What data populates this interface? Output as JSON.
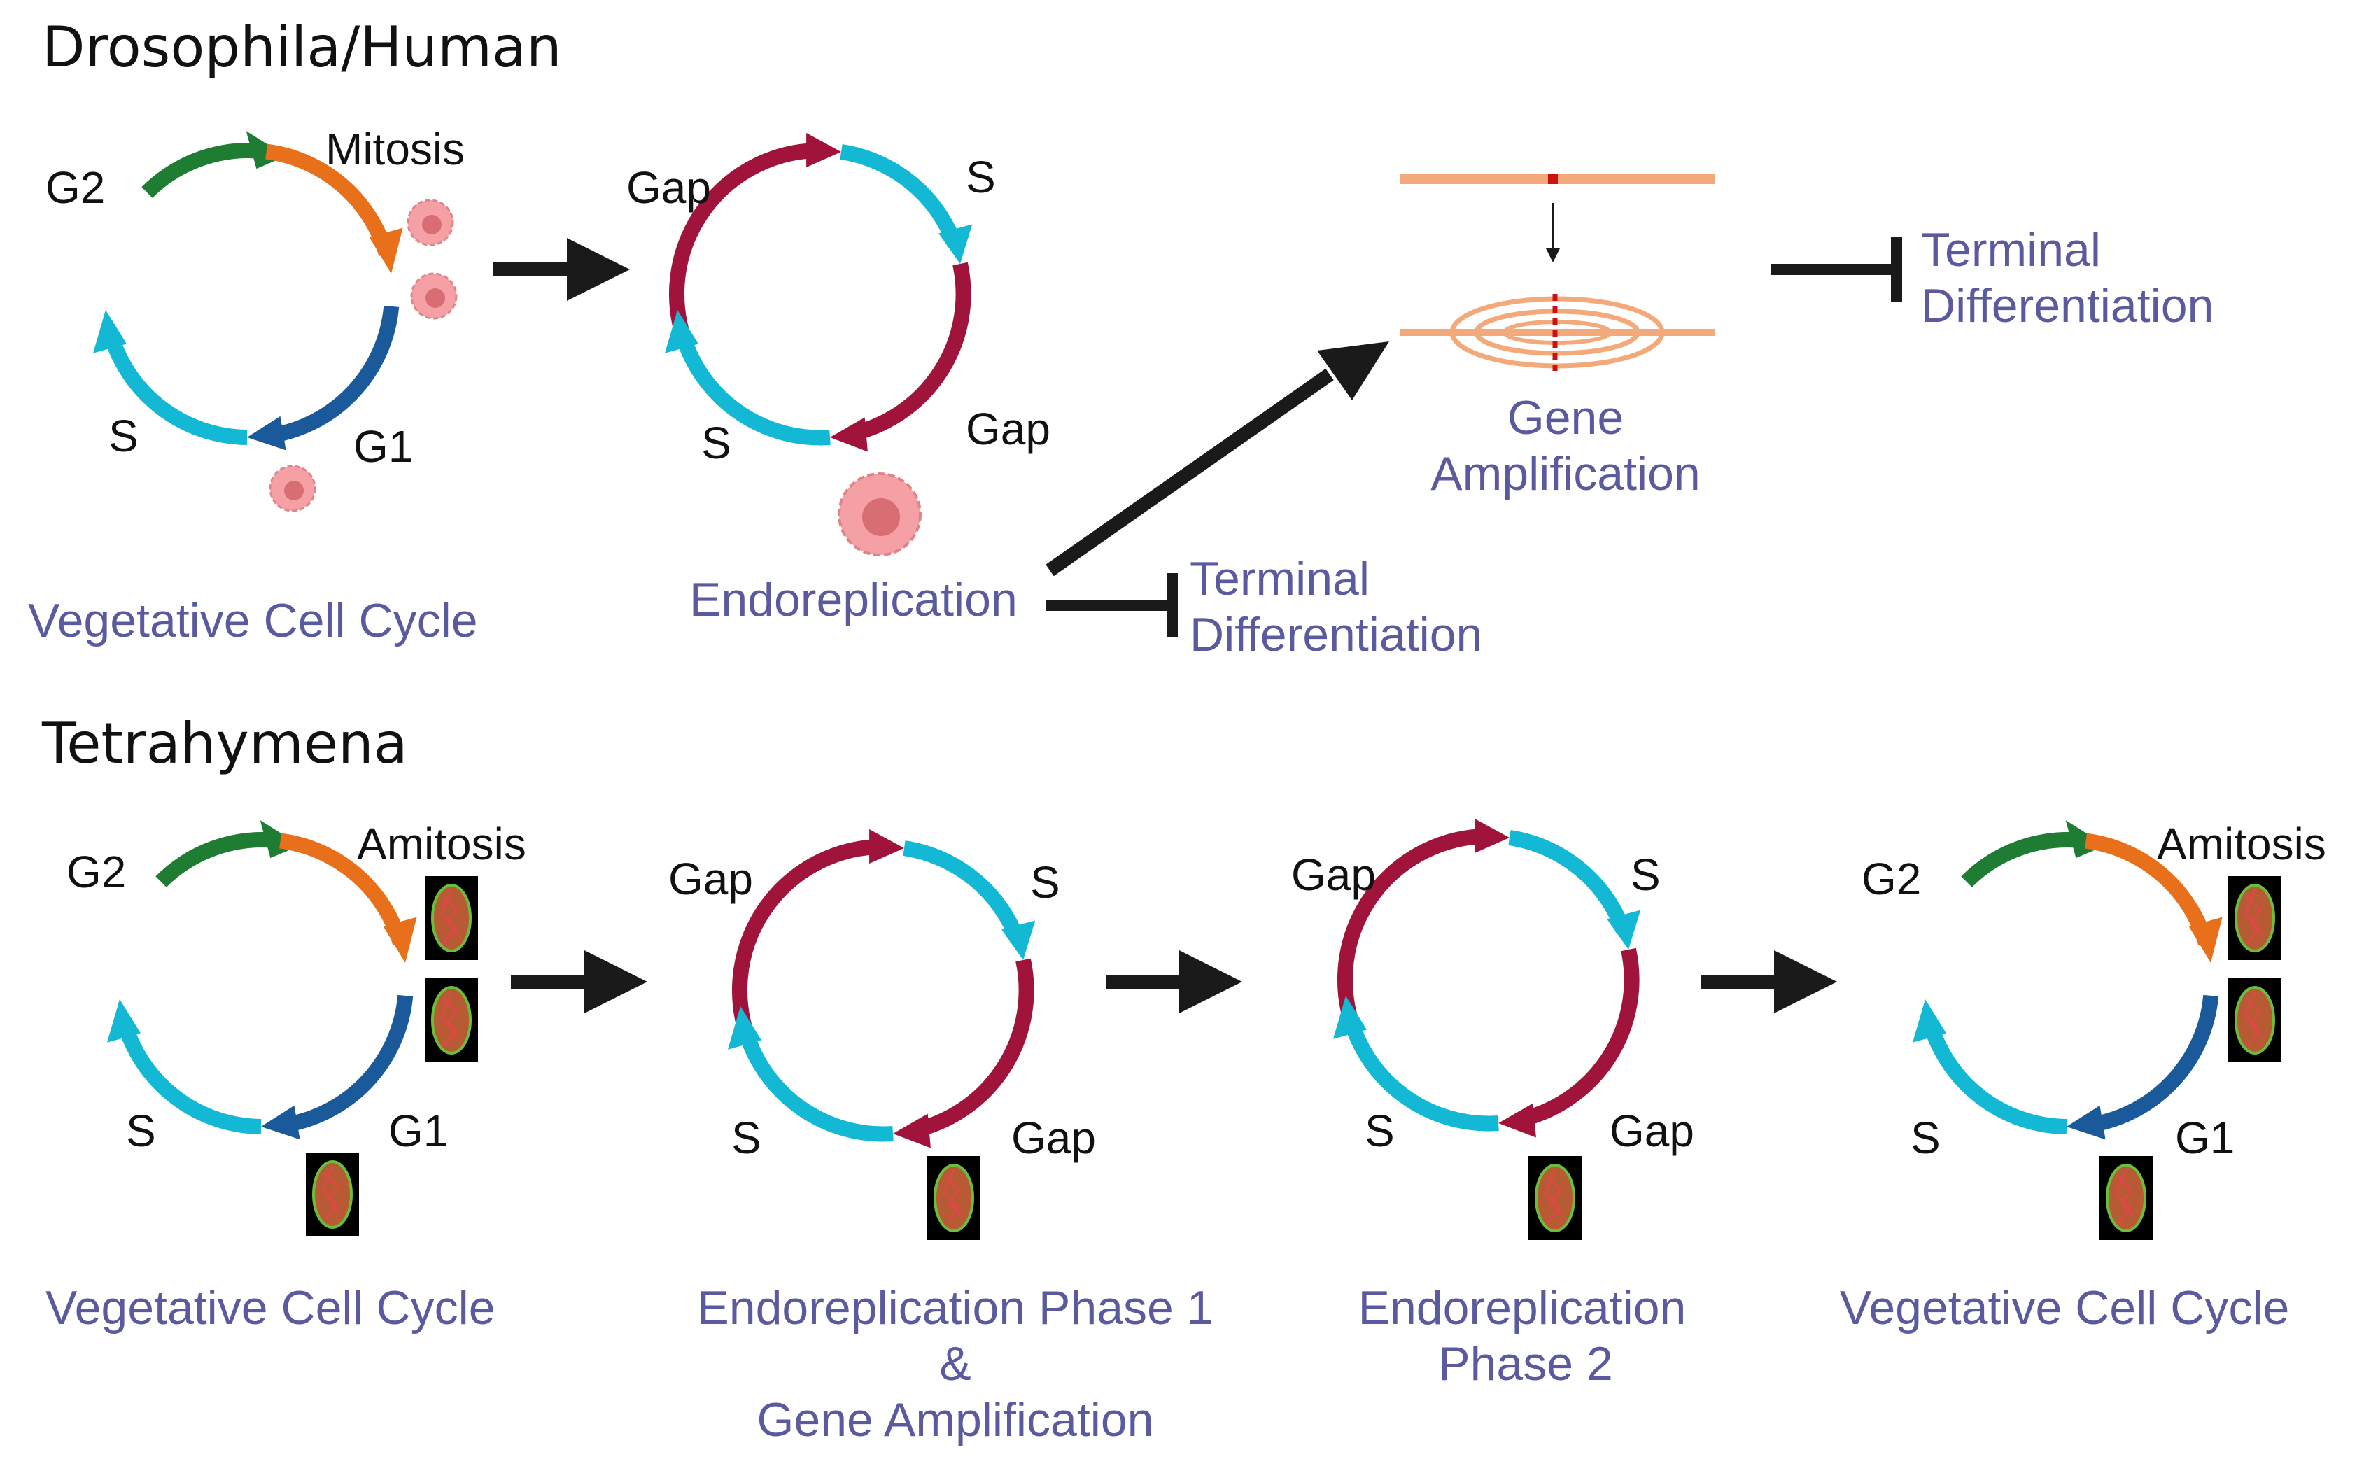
{
  "colors": {
    "green": "#1e7d32",
    "orange": "#e8701a",
    "dark_blue": "#1a5a9a",
    "cyan": "#12b8d4",
    "crimson": "#a0143c",
    "caption": "#5a5a9e",
    "arrow": "#1a1a1a",
    "dna": "#f4a97a",
    "dna_mark": "#cc1111",
    "cell": "#f4a0a4"
  },
  "sections": {
    "top": "Drosophila/Human",
    "bottom": "Tetrahymena"
  },
  "top": {
    "cycle1": {
      "g2": "G2",
      "mitosis": "Mitosis",
      "s": "S",
      "g1": "G1",
      "caption": "Vegetative Cell Cycle"
    },
    "cycle2": {
      "gap_top": "Gap",
      "s_top": "S",
      "gap_bottom": "Gap",
      "s_bottom": "S",
      "caption": "Endoreplication"
    },
    "terminal_a": {
      "line1": "Terminal",
      "line2": "Differentiation"
    },
    "gene_amp": {
      "line1": "Gene",
      "line2": "Amplification"
    },
    "terminal_b": {
      "line1": "Terminal",
      "line2": "Differentiation"
    }
  },
  "bottom": {
    "cycle1": {
      "g2": "G2",
      "amitosis": "Amitosis",
      "s": "S",
      "g1": "G1",
      "caption": "Vegetative Cell Cycle"
    },
    "cycle2": {
      "gap_top": "Gap",
      "s_top": "S",
      "gap_bottom": "Gap",
      "s_bottom": "S",
      "caption1": "Endoreplication Phase 1",
      "caption2": "&",
      "caption3": "Gene Amplification"
    },
    "cycle3": {
      "gap_top": "Gap",
      "s_top": "S",
      "gap_bottom": "Gap",
      "s_bottom": "S",
      "caption1": "Endoreplication",
      "caption2": "Phase 2"
    },
    "cycle4": {
      "g2": "G2",
      "amitosis": "Amitosis",
      "s": "S",
      "g1": "G1",
      "caption": "Vegetative Cell Cycle"
    }
  }
}
